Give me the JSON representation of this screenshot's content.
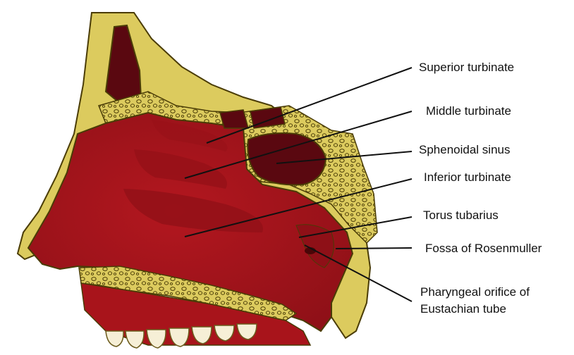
{
  "diagram": {
    "labels": {
      "superior_turbinate": "Superior turbinate",
      "middle_turbinate": "Middle turbinate",
      "sphenoidal_sinus": "Sphenoidal sinus",
      "inferior_turbinate": "Inferior turbinate",
      "torus_tubarius": "Torus tubarius",
      "fossa_of_rosenmuller": "Fossa of Rosenmuller",
      "pharyngeal_orifice_line1": "Pharyngeal orifice of",
      "pharyngeal_orifice_line2": "Eustachian tube"
    },
    "colors": {
      "bone": "#dccb5e",
      "bone_outline": "#4a3c06",
      "mucosa": "#a8141b",
      "mucosa_dark": "#7e0d13",
      "sinus": "#5a0810",
      "teeth": "#f6efd6",
      "leader_line": "#111111"
    }
  }
}
